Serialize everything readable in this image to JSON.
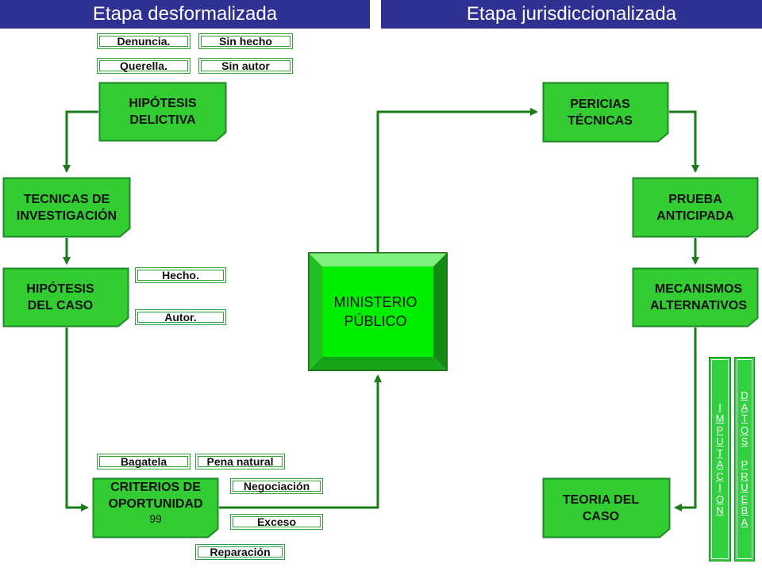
{
  "headers": {
    "left": "Etapa desformalizada",
    "right": "Etapa jurisdiccionalizada"
  },
  "nodes": {
    "hipotesis_delictiva": [
      "HIPÓTESIS",
      "DELICTIVA"
    ],
    "tecnicas_investigacion": [
      "TECNICAS DE",
      "INVESTIGACIÓN"
    ],
    "hipotesis_caso": [
      "HIPÓTESIS",
      "DEL CASO"
    ],
    "criterios_oportunidad": [
      "CRITERIOS DE",
      "OPORTUNIDAD"
    ],
    "criterios_number": "99",
    "ministerio_publico": [
      "MINISTERIO",
      "PÚBLICO"
    ],
    "pericias_tecnicas": [
      "PERICIAS",
      "TÉCNICAS"
    ],
    "prueba_anticipada": [
      "PRUEBA",
      "ANTICIPADA"
    ],
    "mecanismos_alternativos": [
      "MECANISMOS",
      "ALTERNATIVOS"
    ],
    "teoria_caso": [
      "TEORIA DEL",
      "CASO"
    ]
  },
  "tags": {
    "denuncia": "Denuncia.",
    "sin_hecho": "Sin hecho",
    "querella": "Querella.",
    "sin_autor": "Sin autor",
    "hecho": "Hecho.",
    "autor": "Autor.",
    "bagatela": "Bagatela",
    "pena_natural": "Pena natural",
    "negociacion": "Negociación",
    "exceso": "Exceso",
    "reparacion": "Reparación"
  },
  "vertical_bars": {
    "imputacion": [
      "I",
      "M",
      "P",
      "U",
      "T",
      "A",
      "C",
      "I",
      "O",
      "N"
    ],
    "datos_prueba": [
      "D",
      "A",
      "T",
      "O",
      "S",
      " ",
      "P",
      "R",
      "U",
      "E",
      "B",
      "A"
    ]
  },
  "colors": {
    "header_bg": "#2e3192",
    "node_fill": "#33cc33",
    "node_border": "#1f8a2a",
    "center_fill": "#00ee00",
    "arrow": "#1a7d1a"
  }
}
